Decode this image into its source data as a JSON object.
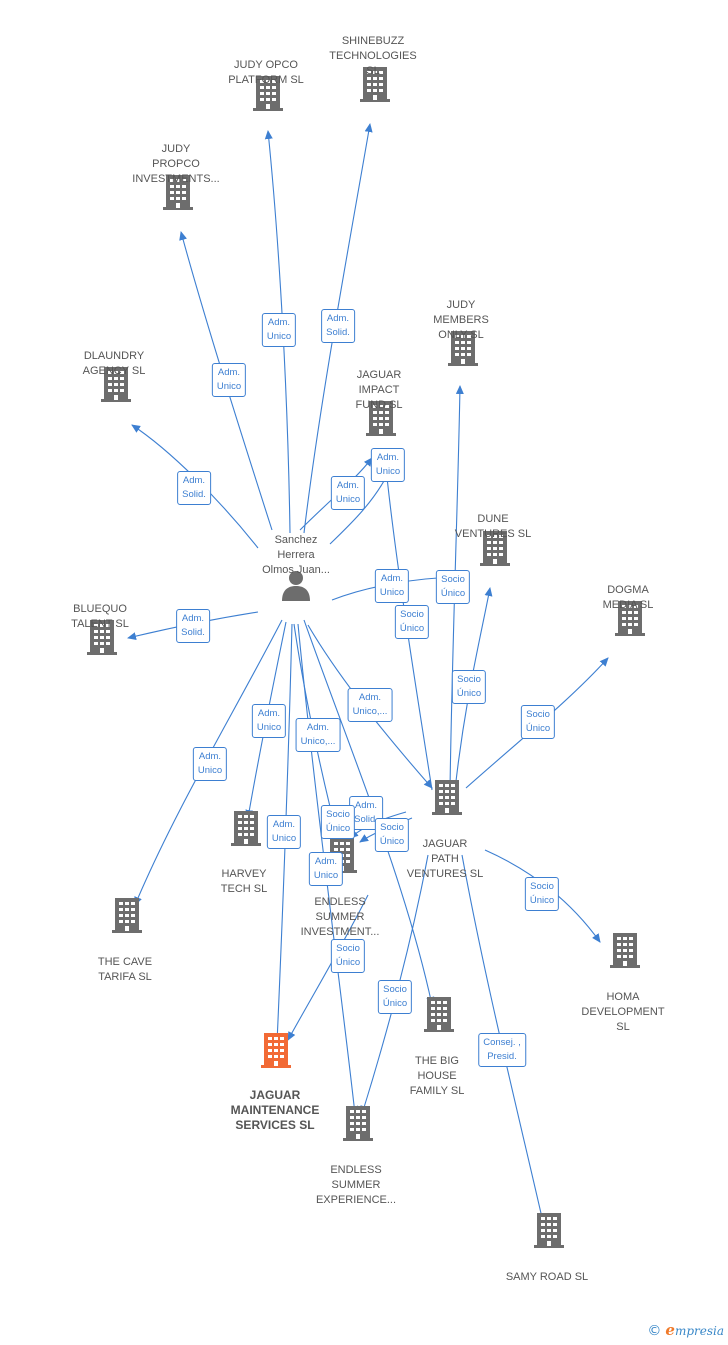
{
  "colors": {
    "edge": "#3d7fd1",
    "building": "#6d6d6d",
    "building_main": "#f26a35",
    "person": "#6d6d6d"
  },
  "person": {
    "label": "Sanchez\nHerrera\nOlmos Juan..."
  },
  "companies": {
    "judy_opco": "JUDY OPCO\nPLATFORM  SL",
    "shinebuzz": "SHINEBUZZ\nTECHNOLOGIES\nSL",
    "judy_propco": "JUDY\nPROPCO\nINVESTMENTS...",
    "dlaundry": "DLAUNDRY\nAGENCY  SL",
    "judy_members": "JUDY\nMEMBERS\nONLY  SL",
    "jaguar_impact": "JAGUAR\nIMPACT\nFUND  SL",
    "dune": "DUNE\nVENTURES  SL",
    "dogma": "DOGMA\nMEDIA  SL",
    "bluequo": "BLUEQUO\nTALENT  SL",
    "jaguar_path": "JAGUAR\nPATH\nVENTURES  SL",
    "harvey": "HARVEY\nTECH  SL",
    "endless_investment": "ENDLESS\nSUMMER\nINVESTMENT...",
    "the_cave": "THE CAVE\nTARIFA  SL",
    "homa": "HOMA\nDEVELOPMENT\nSL",
    "the_big_house": "THE BIG\nHOUSE\nFAMILY  SL",
    "jaguar_maintenance": "JAGUAR\nMAINTENANCE\nSERVICES  SL",
    "endless_experience": "ENDLESS\nSUMMER\nEXPERIENCE...",
    "samy_road": "SAMY ROAD SL"
  },
  "edge_labels": {
    "to_judy_opco": "Adm.\nUnico",
    "to_shinebuzz": "Adm.\nSolid.",
    "to_judy_propco": "Adm.\nUnico",
    "to_dlaundry": "Adm.\nSolid.",
    "to_jaguar_impact_a": "Adm.\nUnico",
    "to_jaguar_impact_b": "Adm.\nUnico",
    "to_dune": "Adm.\nUnico",
    "path_to_judy_members": "Socio\nÚnico",
    "path_to_jaguar_impact": "Socio\nÚnico",
    "path_to_dune": "Socio\nÚnico",
    "path_to_dogma": "Socio\nÚnico",
    "to_bluequo": "Adm.\nSolid.",
    "to_jaguar_path": "Adm.\nUnico,...",
    "to_harvey": "Adm.\nUnico",
    "to_endless_investment": "Adm.\nUnico,...",
    "to_the_cave": "Adm.\nUnico",
    "to_jaguar_maintenance": "Adm.\nUnico",
    "to_endless_experience": "Adm.\nUnico",
    "to_the_big_house": "Adm.\nSolid.",
    "path_to_endless_investment_a": "Socio\nÚnico",
    "path_to_endless_investment_b": "Socio\nÚnico",
    "path_to_homa": "Socio\nÚnico",
    "investment_to_maintenance": "Socio\nÚnico",
    "path_to_experience": "Socio\nÚnico",
    "path_to_samy": "Consej. ,\nPresid."
  },
  "footer": {
    "copyright": "©",
    "brand_e": "e",
    "brand_rest": "mpresia"
  }
}
